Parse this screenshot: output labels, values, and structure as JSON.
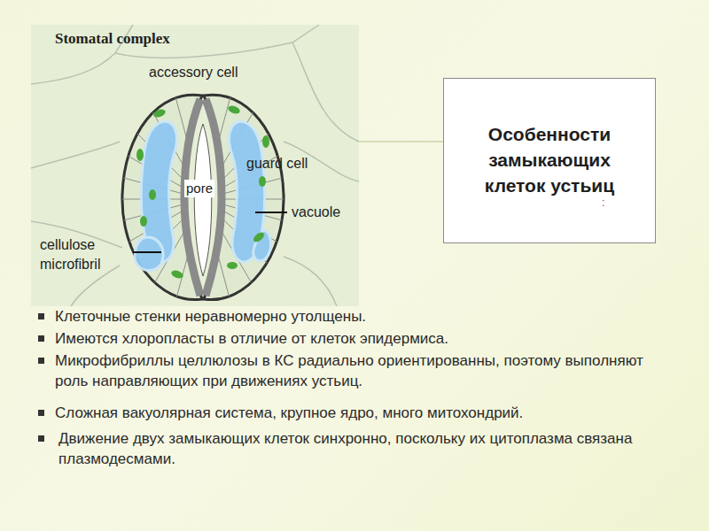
{
  "diagram": {
    "nodes": [
      {
        "text": [
          "Особенности замыкающих клеток устьиц"
        ]
      }
    ],
    "edges": [],
    "labels": [
      "Stomatal complex",
      "accessory cell",
      "guard cell",
      "pore",
      "vacuole",
      "cellulose microfibril",
      ":",
      "Клеточные стенки неравномерно утолщены.",
      "Имеются хлоропласты в отличие от клеток эпидермиса.",
      "Микрофибриллы целлюлозы в КС радиально ориентированны, поэтому выполняют роль направляющих при движениях устьиц.",
      "Сложная вакуолярная система, крупное ядро, много митохондрий.",
      "Движение двух замыкающих клеток синхронно, поскольку их цитоплазма связана плазмодесмами."
    ]
  }
}
